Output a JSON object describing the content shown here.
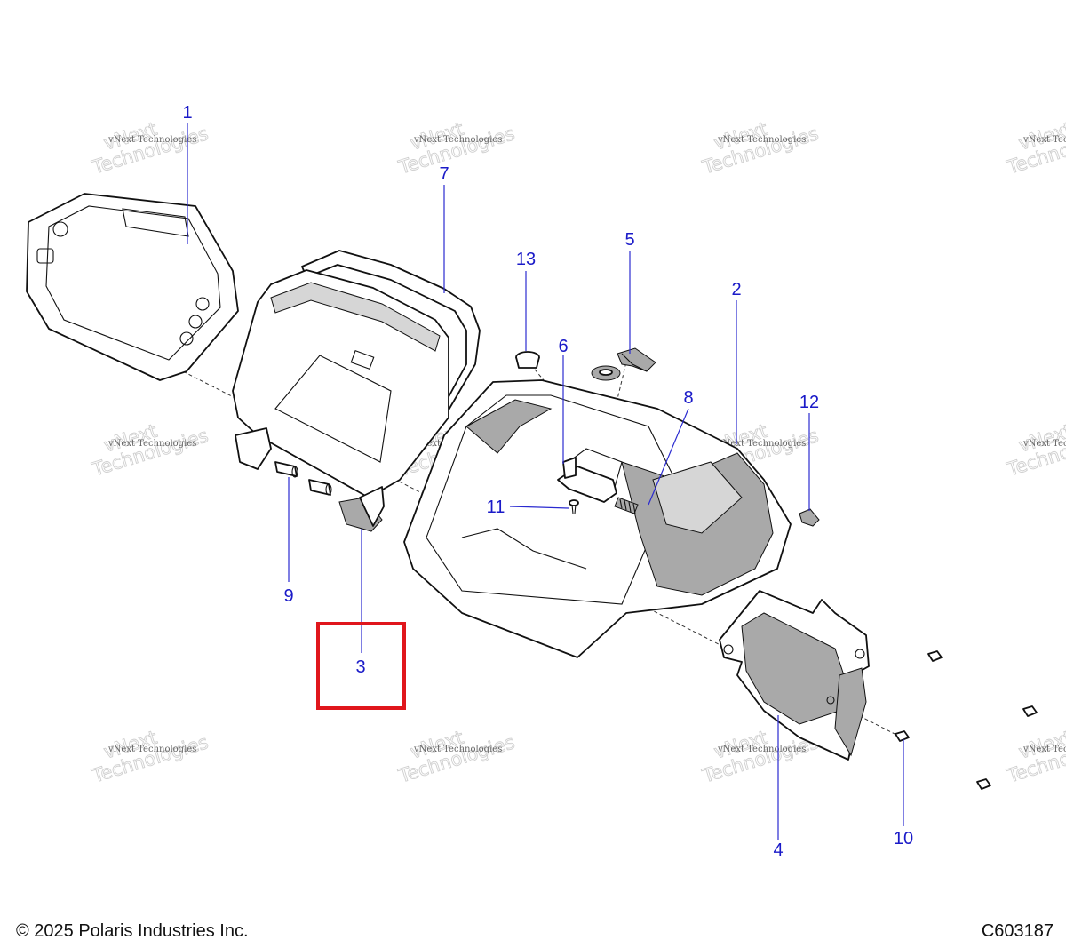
{
  "watermark": {
    "line1": "vNext",
    "line2": "Technologies",
    "small": "vNext Technologies"
  },
  "callouts": [
    "1",
    "2",
    "3",
    "4",
    "5",
    "6",
    "7",
    "8",
    "9",
    "10",
    "11",
    "12",
    "13"
  ],
  "highlight": {
    "callout": "3",
    "color": "#e0161c"
  },
  "footer": {
    "copyright": "© 2025 Polaris Industries Inc.",
    "drawing_id": "C603187"
  },
  "colors": {
    "callout": "#1a1ac8",
    "line": "#111111",
    "shade": "#a9a9a9"
  }
}
